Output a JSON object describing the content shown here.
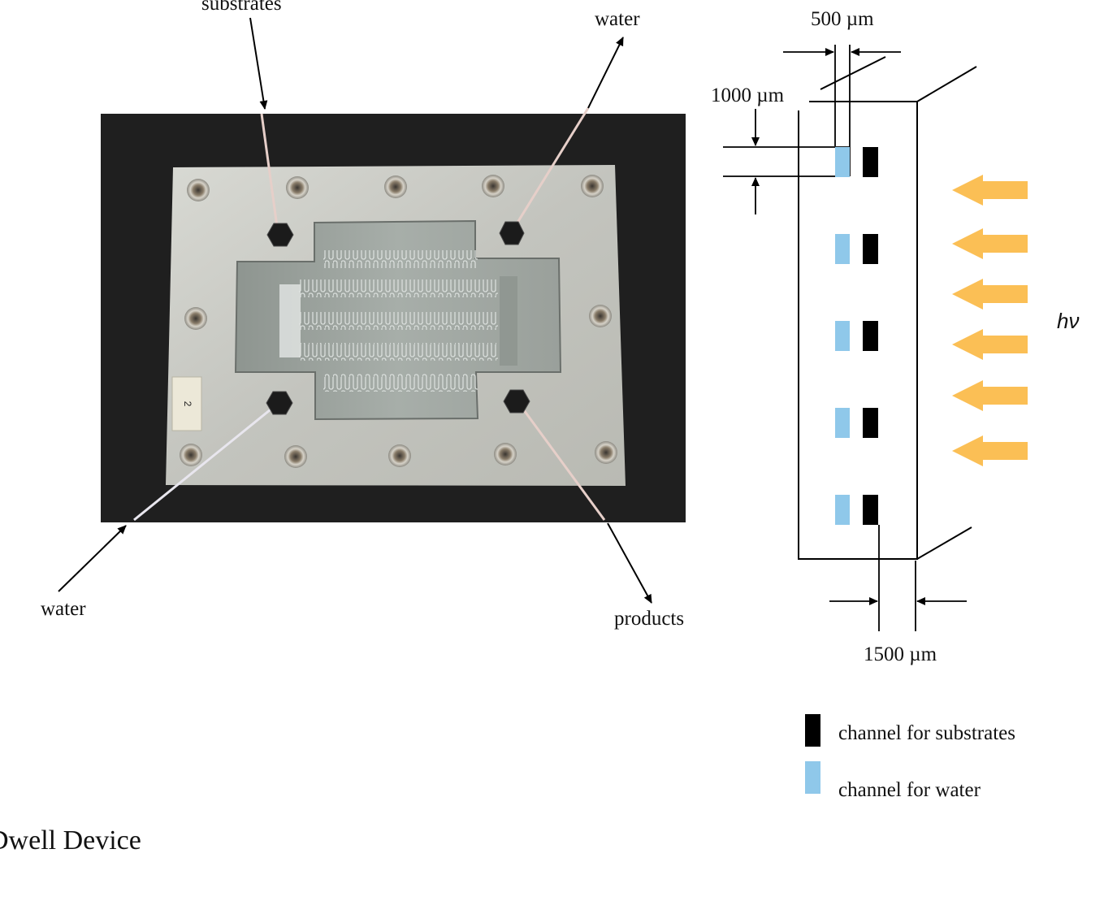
{
  "photo_labels": {
    "substrates": "substrates",
    "water_top": "water",
    "water_bottom": "water",
    "products": "products",
    "plate_tag": "2"
  },
  "schematic": {
    "dim_top": "500 µm",
    "dim_left": "1000 µm",
    "dim_bottom": "1500 µm",
    "light_label": "hν",
    "channel_pairs": 5,
    "light_arrows": 6
  },
  "legend": [
    {
      "label": "channel for substrates",
      "color": "#000000"
    },
    {
      "label": "channel for water",
      "color": "#8fc8ea"
    }
  ],
  "colors": {
    "water_channel": "#8fc8ea",
    "substrate_channel": "#000000",
    "light_arrow": "#fbbf55",
    "photo_background": "#1f1f1f",
    "metal_plate": "#c9cac4"
  },
  "caption": "Dwell Device"
}
